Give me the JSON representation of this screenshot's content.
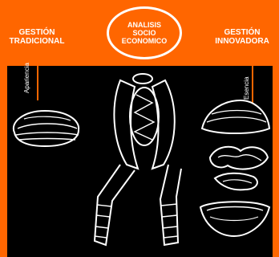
{
  "header": {
    "left_title": "GESTIÓN\nTRADICIONAL",
    "center_title": "ANALISIS\nSOCIO\nECONOMICO",
    "right_title": "GESTIÓN\nINNOVADORA"
  },
  "left_arrow_label": "Apariencia",
  "right_arrow_label": "Esencia",
  "colors": {
    "accent": "#ff6600",
    "background": "#000000",
    "text": "#ffffff"
  },
  "icons": [
    "walnut-icon",
    "nutcracker-icon",
    "walnut-half-icon",
    "walnut-meat-icon",
    "walnut-shell-icon"
  ]
}
